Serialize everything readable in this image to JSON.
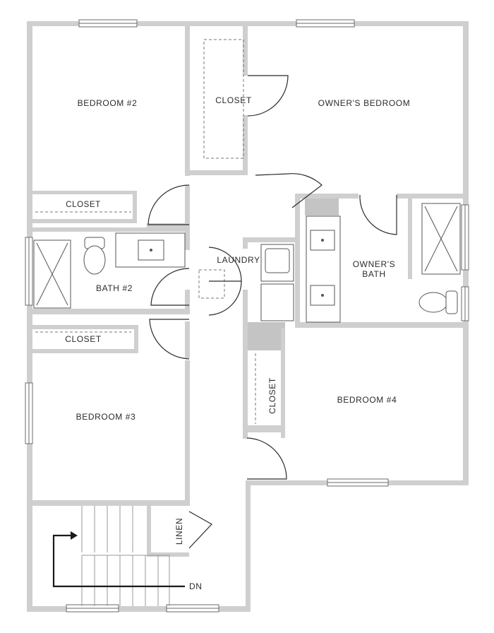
{
  "rooms": {
    "bedroom2": "BEDROOM #2",
    "closet_bed2": "CLOSET",
    "closet_owner": "CLOSET",
    "owners_bedroom": "OWNER'S BEDROOM",
    "bath2": "BATH #2",
    "laundry": "LAUNDRY",
    "owners_bath_line1": "OWNER'S",
    "owners_bath_line2": "BATH",
    "closet_bed3": "CLOSET",
    "closet_bed4": "CLOSET",
    "bedroom3": "BEDROOM #3",
    "bedroom4": "BEDROOM #4",
    "linen": "LINEN",
    "stairs_down": "DN"
  },
  "colors": {
    "wall": "#cfcfcf",
    "line": "#2b2b2b",
    "background": "#ffffff"
  }
}
